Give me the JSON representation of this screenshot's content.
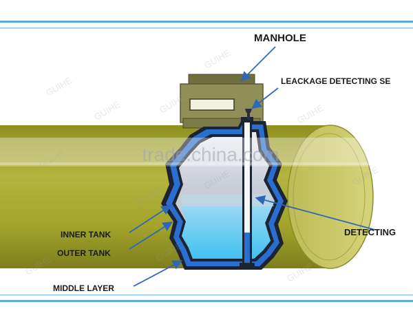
{
  "labels": {
    "manhole": "MANHOLE",
    "leak_sensor": "LEACKAGE DETECTING SE",
    "inner_tank": "INNER TANK",
    "outer_tank": "OUTER TANK",
    "middle_layer": "MIDDLE LAYER",
    "detecting": "DETECTING"
  },
  "watermark": {
    "center": "trade.china.com",
    "brand": "GUIHE"
  },
  "colors": {
    "tank_body": "#a7a82e",
    "tank_end": "#c8c666",
    "manhole": "#8e8d55",
    "middle_layer": "#2a6fd0",
    "liquid": "#56c8f2",
    "frame_lines": "#5aa8dc",
    "pointer": "#2f67b8"
  }
}
